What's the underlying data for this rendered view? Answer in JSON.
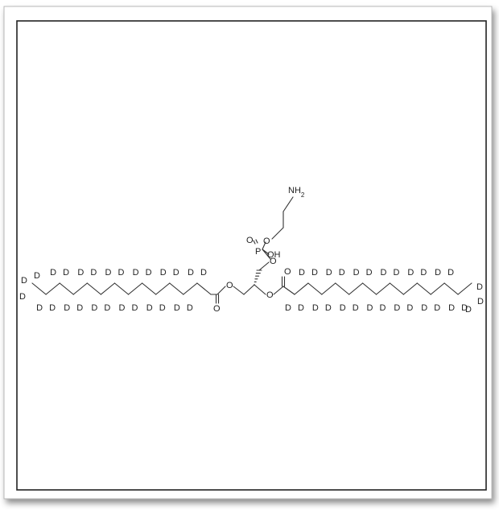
{
  "molecule": {
    "atoms": {
      "amine": "NH2",
      "phosphorus": "P",
      "phosphate_oxo": "O",
      "phosphate_hydroxyl": "OH",
      "ester_oxygen": "O",
      "carbonyl_oxygen": "O",
      "deuterium": "D"
    },
    "left_acyl_carbons": 14,
    "right_acyl_carbons": 14
  }
}
